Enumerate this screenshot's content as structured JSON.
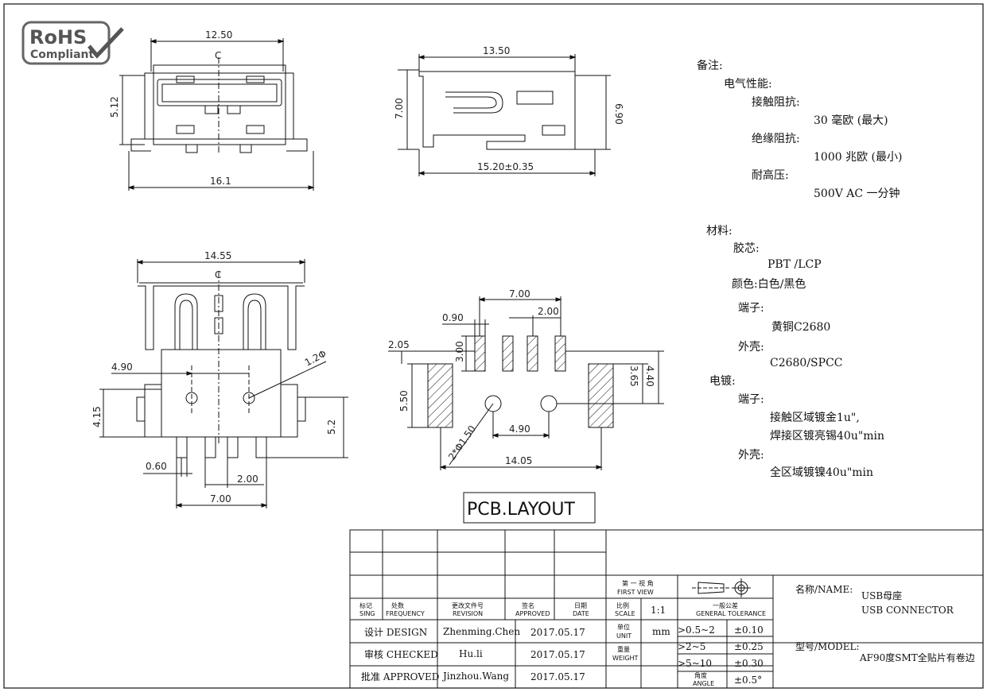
{
  "rohs": {
    "line1": "RoHS",
    "line2": "Compliant"
  },
  "top_view": {
    "width_top": "12.50",
    "width_bottom": "16.1",
    "height": "5.12",
    "centerline": "C"
  },
  "side_view": {
    "width_top": "13.50",
    "width_bottom": "15.20±0.35",
    "height_left": "7.00",
    "height_right": "6.90"
  },
  "front_view": {
    "width": "14.55",
    "offset": "4.90",
    "height_left": "4.15",
    "height_right": "5.2",
    "pin_width": "0.60",
    "pin_pitch": "2.00",
    "pin_span": "7.00",
    "hole": "1.2Φ",
    "centerline": "C"
  },
  "pcb_layout": {
    "label": "PCB.LAYOUT",
    "pad_span": "7.00",
    "pad_width": "0.90",
    "pad_pitch": "2.00",
    "edge": "2.05",
    "pad_height": "3.00",
    "shell_height": "5.50",
    "dim_365": "3.65",
    "dim_440": "4.40",
    "hole_dia": "2*Φ1.50",
    "hole_spacing": "4.90",
    "total_width": "14.05"
  },
  "notes": {
    "title": "备注:",
    "electrical": "电气性能:",
    "contact_res": "接触阻抗:",
    "contact_res_val": "30 毫欧 (最大)",
    "insulation_res": "绝缘阻抗:",
    "insulation_res_val": "1000 兆欧 (最小)",
    "voltage": "耐高压:",
    "voltage_val": "500V AC 一分钟",
    "material": "材料:",
    "core": "胶芯:",
    "core_val": "PBT /LCP",
    "color": "颜色:白色/黑色",
    "terminal": "端子:",
    "terminal_val": "黄铜C2680",
    "shell": "外壳:",
    "shell_val": "C2680/SPCC",
    "plating": "电镀:",
    "plating_terminal": "端子:",
    "plating_terminal_val1": "接触区域镀金1u\",",
    "plating_terminal_val2": "焊接区镀亮锡40u\"min",
    "plating_shell": "外壳:",
    "plating_shell_val": "全区域镀镍40u\"min"
  },
  "title_block": {
    "mark": "标记",
    "mark_en": "SING",
    "count": "处数",
    "count_en": "FREQUENCY",
    "change_doc": "更改文件号",
    "change_doc_en": "REVISION",
    "sign": "签名",
    "sign_en": "APPROVED",
    "date": "日期",
    "date_en": "DATE",
    "design_label": "设计 DESIGN",
    "design_name": "Zhenming.Chen",
    "design_date": "2017.05.17",
    "checked_label": "审核 CHECKED",
    "checked_name": "Hu.li",
    "checked_date": "2017.05.17",
    "approved_label": "批准 APPROVED",
    "approved_name": "Jinzhou.Wang",
    "approved_date": "2017.05.17",
    "view": "第 一 视 角",
    "view_en": "FIRST VIEW",
    "scale": "比例",
    "scale_en": "SCALE",
    "scale_val": "1:1",
    "unit": "单位",
    "unit_en": "UNIT",
    "unit_val": "mm",
    "weight": "重量",
    "weight_en": "WEIGHT",
    "angle": "角度",
    "angle_en": "ANGLE",
    "tolerance": "一般公差",
    "tolerance_en": "GENERAL TOLERANCE",
    "tol_r1": ">0.5~2",
    "tol_v1": "±0.10",
    "tol_r2": ">2~5",
    "tol_v2": "±0.25",
    "tol_r3": ">5~10",
    "tol_v3": "±0.30",
    "tol_angle": "±0.5°",
    "name_label": "名称/NAME:",
    "name_cn": "USB母座",
    "name_en": "USB CONNECTOR",
    "model_label": "型号/MODEL:",
    "model_val": "AF90度SMT全贴片有卷边"
  },
  "colors": {
    "line": "#111111",
    "paper": "#ffffff"
  }
}
